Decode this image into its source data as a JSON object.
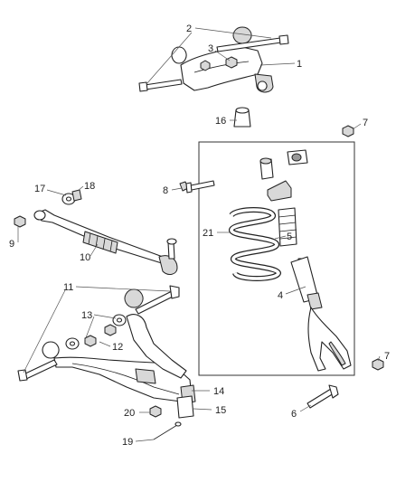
{
  "diagram": {
    "callouts": {
      "c1": "1",
      "c2": "2",
      "c3": "3",
      "c4": "4",
      "c5": "5",
      "c6": "6",
      "c7a": "7",
      "c7b": "7",
      "c8": "8",
      "c9": "9",
      "c10": "10",
      "c11": "11",
      "c12": "12",
      "c13": "13",
      "c14": "14",
      "c15": "15",
      "c16": "16",
      "c17": "17",
      "c18": "18",
      "c19": "19",
      "c20": "20",
      "c21": "21"
    }
  }
}
